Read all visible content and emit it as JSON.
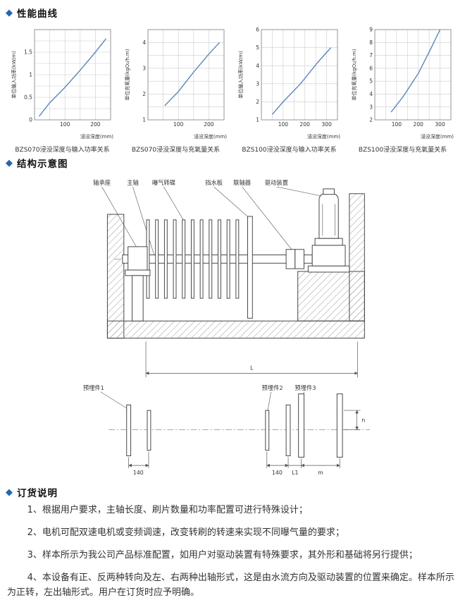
{
  "page": {
    "accent": "#2466b2",
    "background": "#ffffff"
  },
  "sections": {
    "bullet": "◆",
    "performance_title": "性能曲线",
    "structure_title": "结构示意图",
    "ordering_title": "订货说明"
  },
  "chart_data": [
    {
      "type": "line",
      "title": "BZS070浸没深度与输入功率关系",
      "ylabel": "单位输入功率(kW/m)",
      "xlabel": "浸没深度(mm)",
      "xlim": [
        0,
        250
      ],
      "ylim": [
        0,
        2
      ],
      "xgrid_step": 50,
      "ygrid_step": 0.25,
      "xticks": [
        100,
        200
      ],
      "yticks": [
        0,
        0.5,
        1,
        1.5
      ],
      "x": [
        15,
        50,
        100,
        150,
        200,
        235
      ],
      "y": [
        0.08,
        0.38,
        0.72,
        1.1,
        1.5,
        1.8
      ],
      "legend": "none",
      "grid": "on"
    },
    {
      "type": "line",
      "title": "BZS070浸没深度与充氧量关系",
      "ylabel": "单位充氧量(kgO₂/h.m)",
      "xlabel": "浸没深度(mm)",
      "xlim": [
        0,
        250
      ],
      "ylim": [
        1,
        4.5
      ],
      "xgrid_step": 50,
      "ygrid_step": 0.5,
      "xticks": [
        100,
        200
      ],
      "yticks": [
        1,
        2,
        3,
        4
      ],
      "x": [
        55,
        100,
        150,
        200,
        235
      ],
      "y": [
        1.55,
        2.1,
        2.85,
        3.55,
        4.0
      ],
      "legend": "none",
      "grid": "on"
    },
    {
      "type": "line",
      "title": "BZS100浸没深度与输入功率关系",
      "ylabel": "单位输入功率(kW/m)",
      "xlabel": "浸没深度(mm)",
      "xlim": [
        0,
        350
      ],
      "ylim": [
        1,
        6
      ],
      "xgrid_step": 50,
      "ygrid_step": 1,
      "xticks": [
        100,
        200,
        300
      ],
      "yticks": [
        1,
        2,
        3,
        4,
        5,
        6
      ],
      "x": [
        50,
        100,
        180,
        260,
        320
      ],
      "y": [
        1.3,
        2.0,
        3.0,
        4.2,
        5.0
      ],
      "legend": "none",
      "grid": "on"
    },
    {
      "type": "line",
      "title": "BZS100浸没深度与充氧量关系",
      "ylabel": "单位充氧量(kgO₂/h.m)",
      "xlabel": "浸没深度(mm)",
      "xlim": [
        0,
        350
      ],
      "ylim": [
        2,
        9
      ],
      "xgrid_step": 50,
      "ygrid_step": 1,
      "xticks": [
        100,
        200,
        300
      ],
      "yticks": [
        2,
        3,
        4,
        5,
        6,
        7,
        8,
        9
      ],
      "x": [
        75,
        130,
        200,
        260,
        300
      ],
      "y": [
        2.6,
        3.8,
        5.6,
        7.6,
        9.0
      ],
      "legend": "none",
      "grid": "on"
    }
  ],
  "diagram": {
    "part_labels": [
      "轴承座",
      "主轴",
      "曝气转碟",
      "挡水板",
      "联轴器",
      "驱动装置"
    ],
    "embed_labels": [
      "预埋件1",
      "预埋件2",
      "预埋件3"
    ],
    "dim_L": "L",
    "dim_140a": "140",
    "dim_140b": "140",
    "dim_L1": "L1",
    "dim_m": "m",
    "dim_n": "n"
  },
  "ordering": {
    "items": [
      "1、根据用户要求，主轴长度、刷片数量和功率配置可进行特殊设计；",
      "2、电机可配双速电机或变频调速，改变转刷的转速来实现不同曝气量的要求；",
      "3、样本所示为我公司产品标准配置，如用户对驱动装置有特殊要求，其外形和基础将另行提供；",
      "4、本设备有正、反两种转向及左、右两种出轴形式，这是由水流方向及驱动装置的位置来确定。样本所示为正转，左出轴形式。用户在订货时应予明确。"
    ]
  }
}
